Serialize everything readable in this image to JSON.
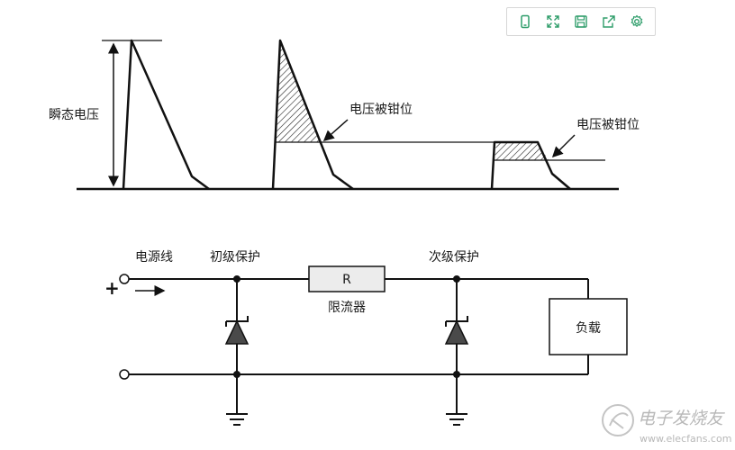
{
  "toolbar": {
    "icons": [
      "phone-icon",
      "fullscreen-icon",
      "save-icon",
      "share-icon",
      "settings-icon"
    ],
    "accent": "#2e9d6a"
  },
  "waveforms": {
    "transient_voltage_label": "瞬态电压",
    "clamp_label_1": "电压被钳位",
    "clamp_label_2": "电压被钳位"
  },
  "circuit": {
    "power_line_label": "电源线",
    "primary_protection_label": "初级保护",
    "secondary_protection_label": "次级保护",
    "resistor_label": "R",
    "current_limiter_label": "限流器",
    "load_label": "负载",
    "plus_sign": "+"
  },
  "watermark": {
    "text": "电子发烧友",
    "url": "www.elecfans.com"
  }
}
